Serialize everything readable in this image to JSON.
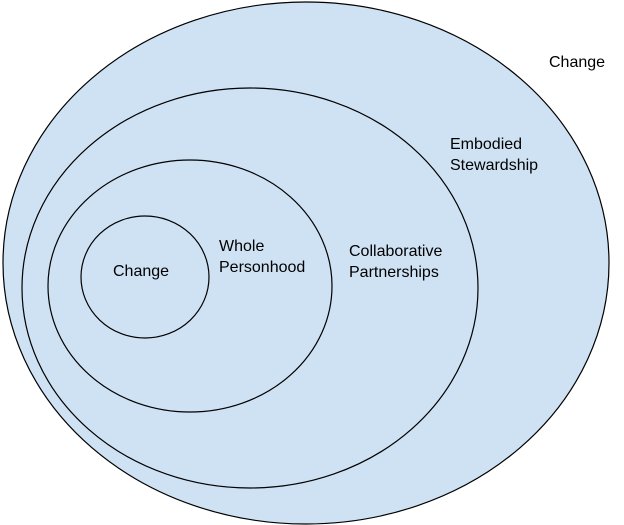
{
  "colors": {
    "fill": "#cfe2f3",
    "stroke": "#000000",
    "background": "#ffffff"
  },
  "diagram": {
    "outer_label": "Change",
    "stewardship_label": {
      "line1": "Embodied",
      "line2": "Stewardship"
    },
    "partnerships_label": {
      "line1": "Collaborative",
      "line2": "Partnerships"
    },
    "personhood_label": {
      "line1": "Whole",
      "line2": "Personhood"
    },
    "inner_label": "Change"
  }
}
